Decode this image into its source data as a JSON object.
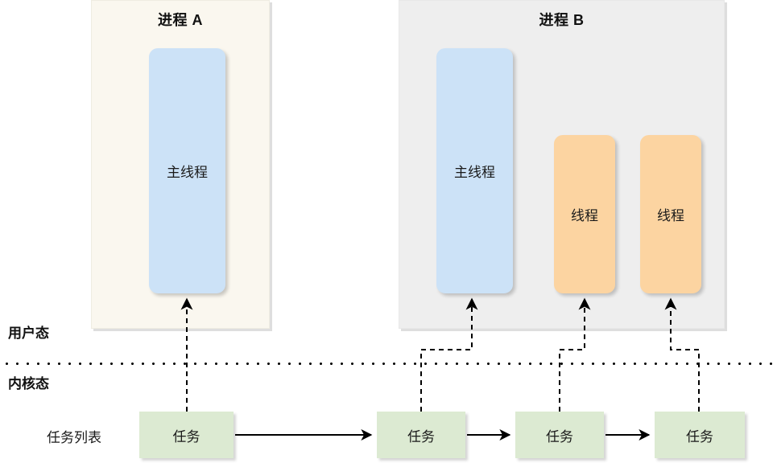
{
  "diagram": {
    "title_hidden": "",
    "processes": [
      {
        "id": "process-a",
        "title": "进程 A"
      },
      {
        "id": "process-b",
        "title": "进程 B"
      }
    ],
    "threads": [
      {
        "id": "main-a",
        "label": "主线程",
        "kind": "main",
        "process": "进程 A",
        "color": "#cce2f7"
      },
      {
        "id": "main-b",
        "label": "主线程",
        "kind": "main",
        "process": "进程 B",
        "color": "#cce2f7"
      },
      {
        "id": "work-b1",
        "label": "线程",
        "kind": "worker",
        "process": "进程 B",
        "color": "#fcd4a1"
      },
      {
        "id": "work-b2",
        "label": "线程",
        "kind": "worker",
        "process": "进程 B",
        "color": "#fcd4a1"
      }
    ],
    "mode_labels": {
      "user": "用户态",
      "kernel": "内核态"
    },
    "task_list_label": "任务列表",
    "tasks": [
      {
        "id": "task-1",
        "label": "任务"
      },
      {
        "id": "task-2",
        "label": "任务"
      },
      {
        "id": "task-3",
        "label": "任务"
      },
      {
        "id": "task-4",
        "label": "任务"
      }
    ],
    "colors": {
      "process_a_fill": "#faf7ef",
      "process_b_fill": "#eeeeee",
      "main_thread_fill": "#cce2f7",
      "worker_thread_fill": "#fcd4a1",
      "task_fill": "#dcead2",
      "line": "#000000"
    }
  }
}
